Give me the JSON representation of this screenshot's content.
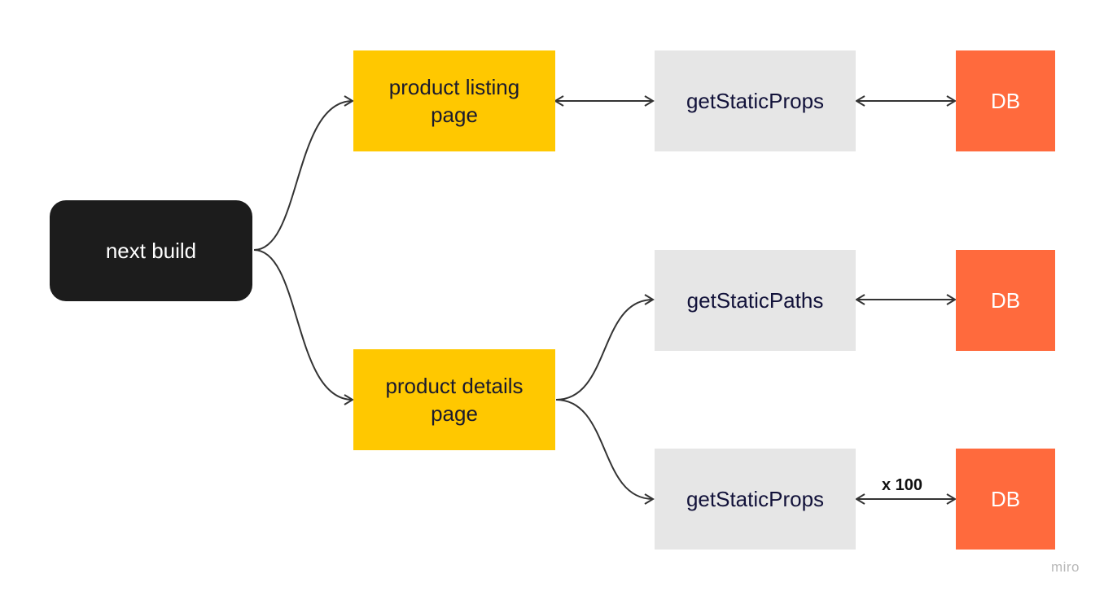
{
  "nodes": {
    "start": "next build",
    "listing_page": "product listing page",
    "details_page": "product details page",
    "fn_props_1": "getStaticProps",
    "fn_paths": "getStaticPaths",
    "fn_props_2": "getStaticProps",
    "db_1": "DB",
    "db_2": "DB",
    "db_3": "DB"
  },
  "edge_labels": {
    "props_db_multiplier": "x 100"
  },
  "watermark": "miro",
  "colors": {
    "start_bg": "#1c1c1c",
    "page_bg": "#ffc800",
    "function_bg": "#e6e6e6",
    "db_bg": "#ff6a3d",
    "edge": "#333333"
  }
}
